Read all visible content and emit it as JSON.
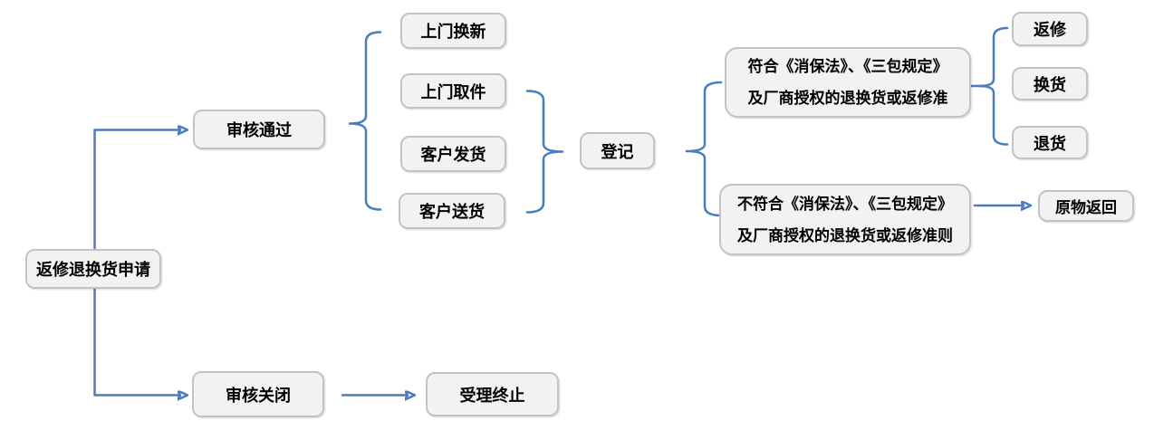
{
  "accent_color": "#4a7dbe",
  "node_fill_color": "#f2f2f2",
  "node_border_color": "#c3c3c3",
  "nodes": {
    "apply": "返修退换货申请",
    "review_pass": "审核通过",
    "door_exchange": "上门换新",
    "door_pickup": "上门取件",
    "customer_ship": "客户发货",
    "customer_deliver": "客户送货",
    "register": "登记",
    "cond_match_line1": "符合《消保法》、《三包规定》",
    "cond_match_line2": "及厂商授权的退换货或返修准",
    "cond_nomatch_line1": "不符合《消保法》、《三包规定》",
    "cond_nomatch_line2": "及厂商授权的退换货或返修准则",
    "repair": "返修",
    "exchange": "换货",
    "refund": "退货",
    "original_return": "原物返回",
    "review_close": "审核关闭",
    "terminate": "受理终止"
  },
  "edges": [
    {
      "from": "apply",
      "to": "review_pass",
      "style": "arrow"
    },
    {
      "from": "apply",
      "to": "review_close",
      "style": "arrow"
    },
    {
      "from": "review_pass",
      "to": [
        "door_exchange",
        "door_pickup",
        "customer_ship",
        "customer_deliver"
      ],
      "style": "brace"
    },
    {
      "from": [
        "door_pickup",
        "customer_ship",
        "customer_deliver"
      ],
      "to": "register",
      "style": "brace"
    },
    {
      "from": "register",
      "to": [
        "cond_match",
        "cond_nomatch"
      ],
      "style": "brace"
    },
    {
      "from": "cond_match",
      "to": [
        "repair",
        "exchange",
        "refund"
      ],
      "style": "brace"
    },
    {
      "from": "cond_nomatch",
      "to": "original_return",
      "style": "arrow"
    },
    {
      "from": "review_close",
      "to": "terminate",
      "style": "arrow"
    }
  ]
}
